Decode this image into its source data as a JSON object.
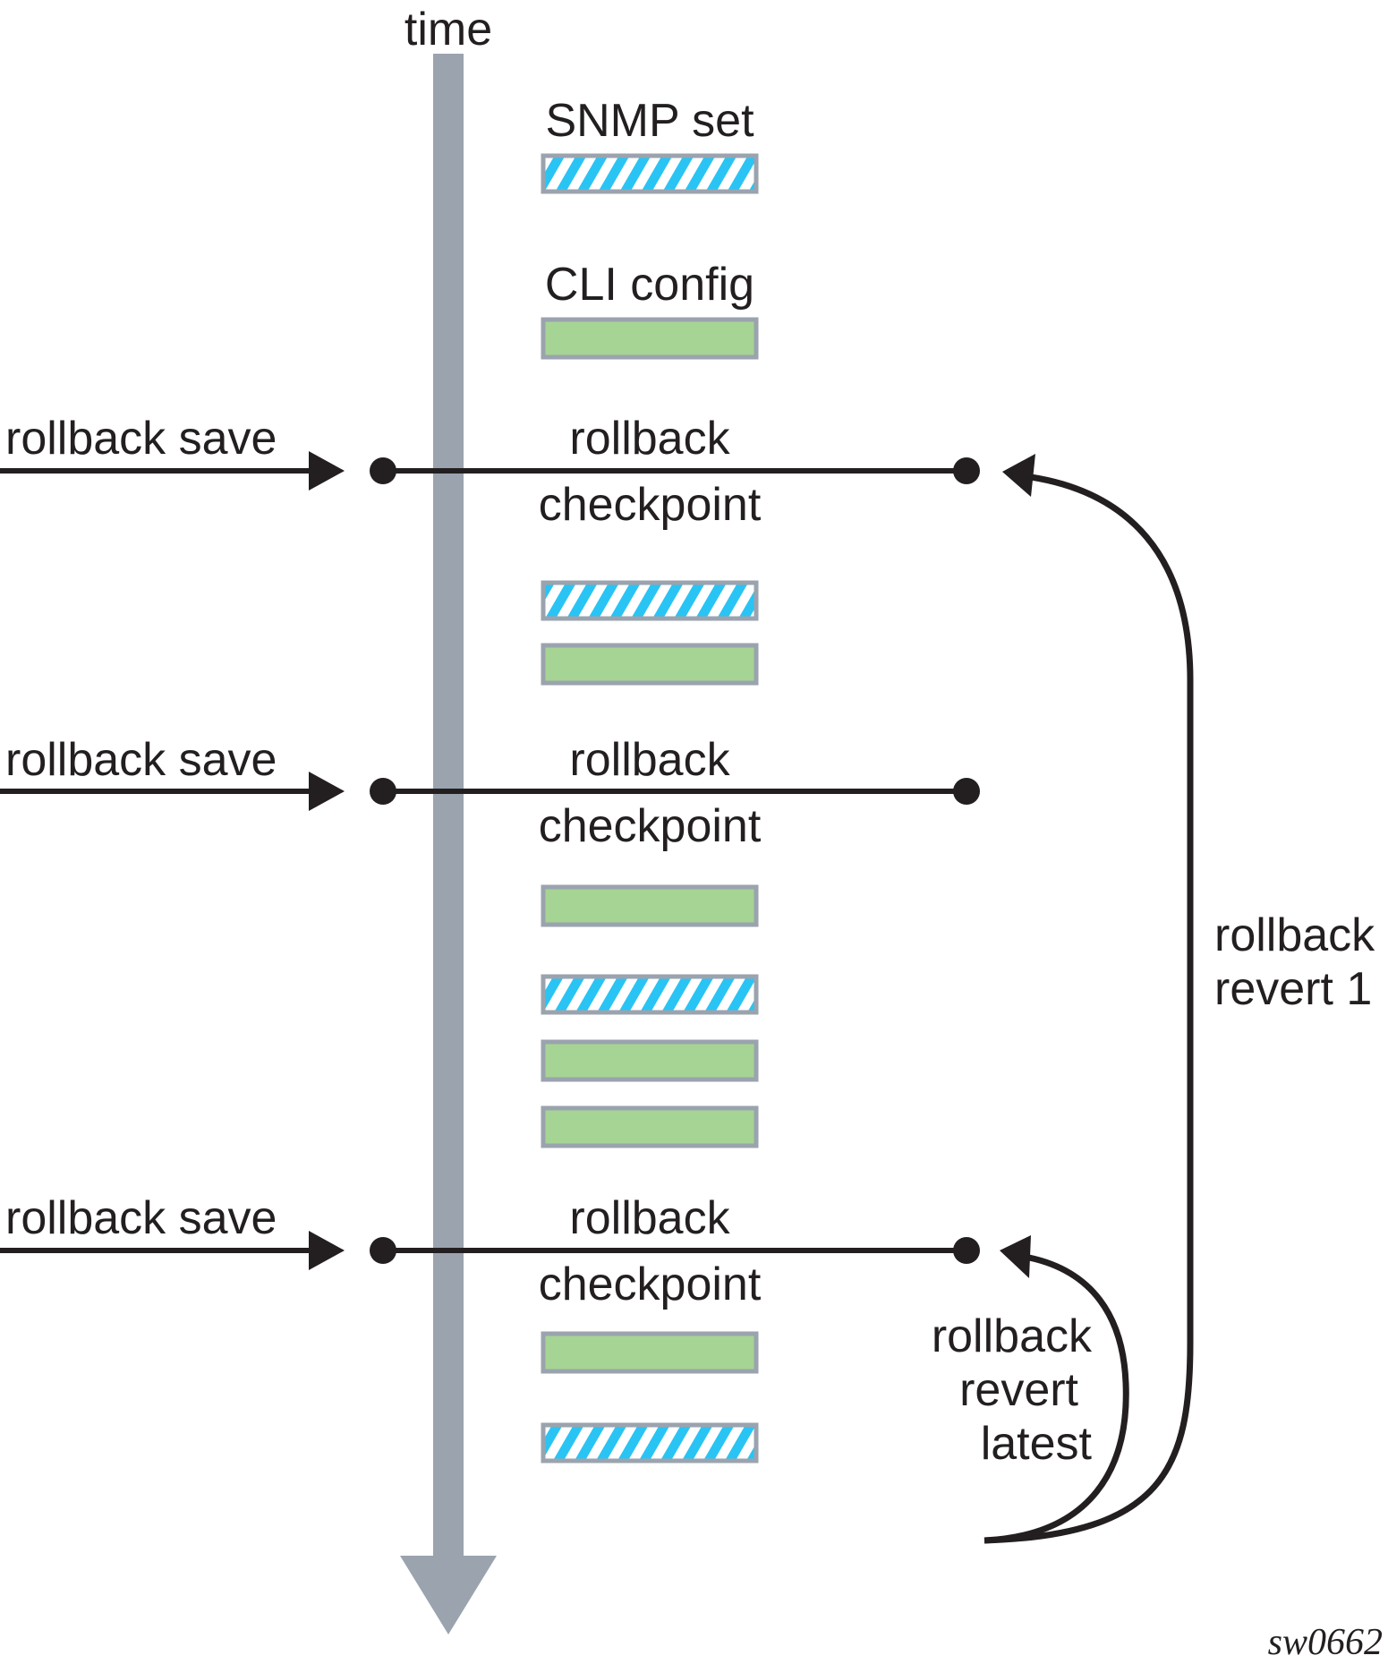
{
  "axis": {
    "label": "time",
    "color": "#9aa3ae"
  },
  "legend": {
    "snmp_label": "SNMP set",
    "cli_label": "CLI config"
  },
  "colors": {
    "snmp_stripe": "#29c4f4",
    "cli_fill": "#a6d494",
    "box_border": "#9aa3ae",
    "line": "#231f20"
  },
  "checkpoints": [
    {
      "save_label": "rollback save",
      "label_top": "rollback",
      "label_bottom": "checkpoint"
    },
    {
      "save_label": "rollback save",
      "label_top": "rollback",
      "label_bottom": "checkpoint"
    },
    {
      "save_label": "rollback save",
      "label_top": "rollback",
      "label_bottom": "checkpoint"
    }
  ],
  "reverts": {
    "revert_1": {
      "line1": "rollback",
      "line2": "revert 1"
    },
    "revert_latest": {
      "line1": "rollback",
      "line2": "revert",
      "line3": "latest"
    }
  },
  "figure_id": "sw0662"
}
